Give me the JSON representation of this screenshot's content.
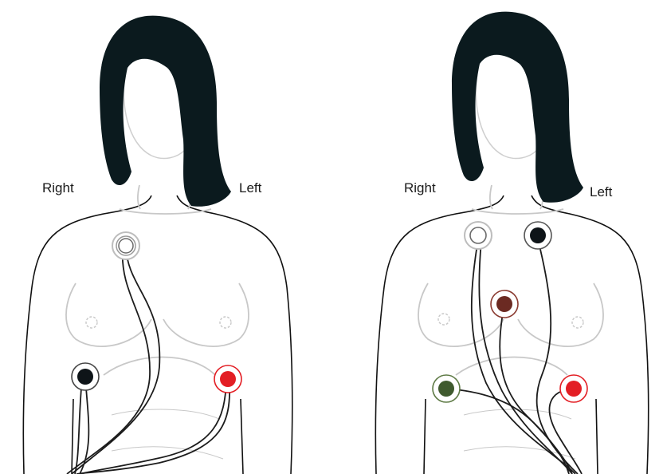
{
  "figures": [
    {
      "id": "three-lead",
      "labels": {
        "right": "Right",
        "left": "Left"
      },
      "electrodes": [
        {
          "name": "white",
          "color": "#ffffff"
        },
        {
          "name": "black",
          "color": "#0e1418"
        },
        {
          "name": "red",
          "color": "#e31e24"
        }
      ]
    },
    {
      "id": "five-lead",
      "labels": {
        "right": "Right",
        "left": "Left"
      },
      "electrodes": [
        {
          "name": "white",
          "color": "#ffffff"
        },
        {
          "name": "black",
          "color": "#0e1418"
        },
        {
          "name": "brown",
          "color": "#6b2a22"
        },
        {
          "name": "green",
          "color": "#3f5a2e"
        },
        {
          "name": "red",
          "color": "#e31e24"
        }
      ]
    }
  ],
  "colors": {
    "hair": "#0b1a1e",
    "outline": "#111111",
    "guide": "#c8c8c8",
    "wire": "#1c1c1c"
  }
}
